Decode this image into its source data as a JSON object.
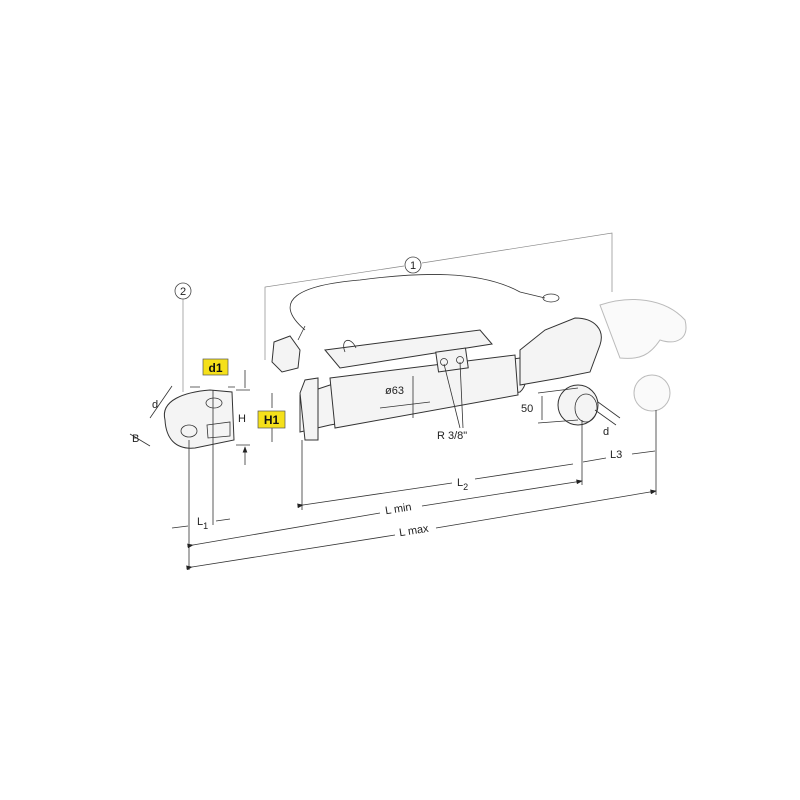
{
  "callouts": {
    "item1": "1",
    "item2": "2"
  },
  "highlight_color": "#f5e01a",
  "labels": {
    "d1": "d1",
    "H1": "H1",
    "clevis_d": "d",
    "clevis_B": "B",
    "clevis_H": "H",
    "diameter": "ø63",
    "thread": "R 3/8\"",
    "ball_height": "50",
    "ball_d": "d",
    "L1": "L",
    "L1_sub": "1",
    "L2": "L",
    "L2_sub": "2",
    "L3": "L3",
    "Lmin": "L min",
    "Lmax": "L max"
  }
}
